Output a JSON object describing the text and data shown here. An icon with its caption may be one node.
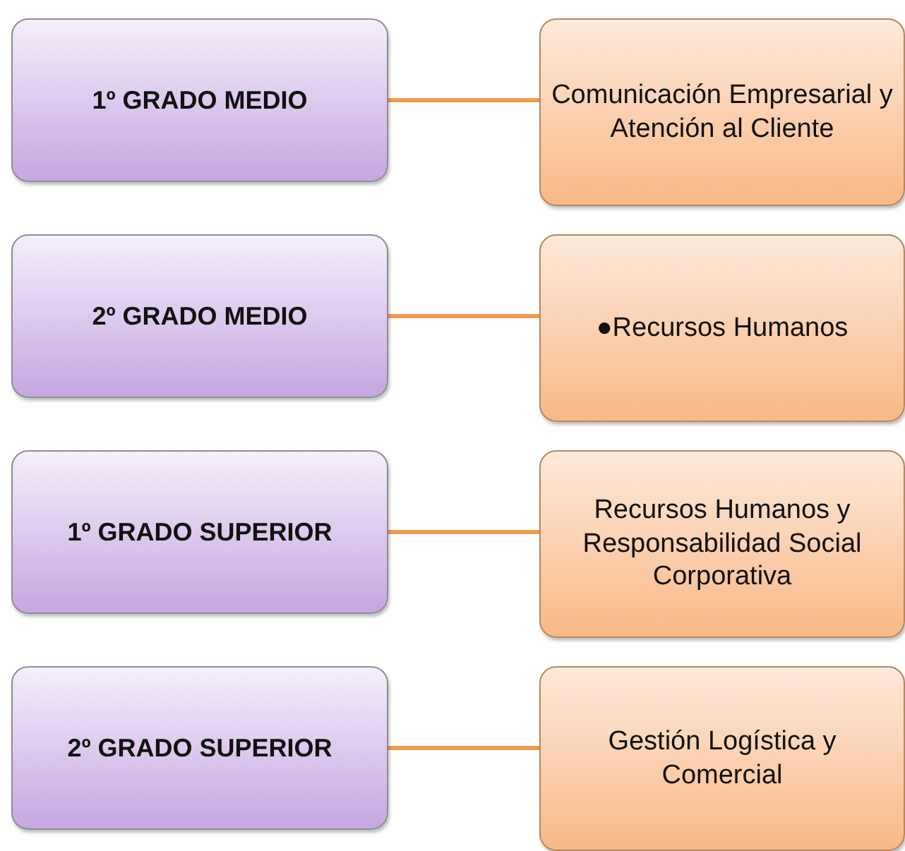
{
  "diagram": {
    "nodes": [
      {
        "text": [
          "1º GRADO MEDIO"
        ]
      },
      {
        "text": [
          "Comunicación Empresarial y Atención al Cliente"
        ]
      },
      {
        "text": [
          "2º GRADO MEDIO"
        ]
      },
      {
        "text": [
          "●Recursos Humanos"
        ]
      },
      {
        "text": [
          "1º GRADO SUPERIOR"
        ]
      },
      {
        "text": [
          "Recursos Humanos y Responsabilidad Social Corporativa"
        ]
      },
      {
        "text": [
          "2º GRADO SUPERIOR"
        ]
      },
      {
        "text": [
          "Gestión Logística y Comercial"
        ]
      }
    ],
    "edges": [
      {
        "from": 0,
        "to": 1,
        "arrow": "none"
      },
      {
        "from": 2,
        "to": 3,
        "arrow": "none"
      },
      {
        "from": 4,
        "to": 5,
        "arrow": "none"
      },
      {
        "from": 6,
        "to": 7,
        "arrow": "none"
      }
    ]
  }
}
